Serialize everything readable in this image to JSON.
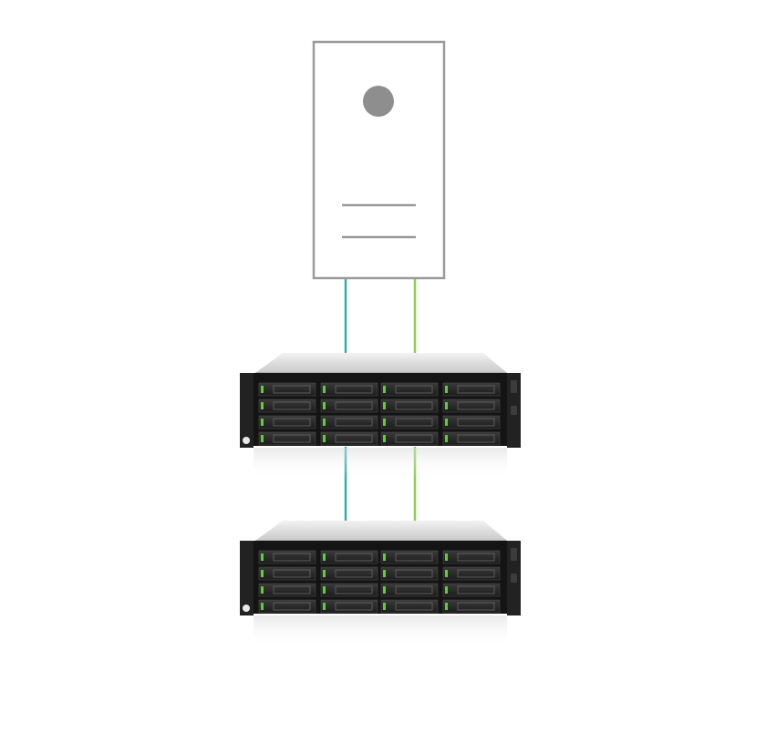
{
  "diagram": {
    "nodes": [
      {
        "id": "host-server",
        "kind": "tower-server",
        "icon": "tower-server-icon"
      },
      {
        "id": "enclosure-1",
        "kind": "rackmount-storage-enclosure",
        "icon": "rack-enclosure-icon",
        "drive_bays": 16,
        "bay_columns": 4,
        "bay_rows": 4
      },
      {
        "id": "enclosure-2",
        "kind": "rackmount-storage-enclosure",
        "icon": "rack-enclosure-icon",
        "drive_bays": 16,
        "bay_columns": 4,
        "bay_rows": 4
      }
    ],
    "links": [
      {
        "from": "host-server",
        "to": "enclosure-1",
        "color": "#2ab3b0"
      },
      {
        "from": "host-server",
        "to": "enclosure-1",
        "color": "#8ccf4d"
      },
      {
        "from": "enclosure-1",
        "to": "enclosure-2",
        "color": "#2ab3b0"
      },
      {
        "from": "enclosure-1",
        "to": "enclosure-2",
        "color": "#8ccf4d"
      }
    ]
  },
  "colors": {
    "tower_outline": "#9a9a9a",
    "tower_fill": "#ffffff",
    "tower_button": "#8e8e8e",
    "chassis_top": "#e2e2e2",
    "chassis_face": "#141414",
    "drive_led": "#5fce3a",
    "drive_tray": "#2a2a2a"
  }
}
